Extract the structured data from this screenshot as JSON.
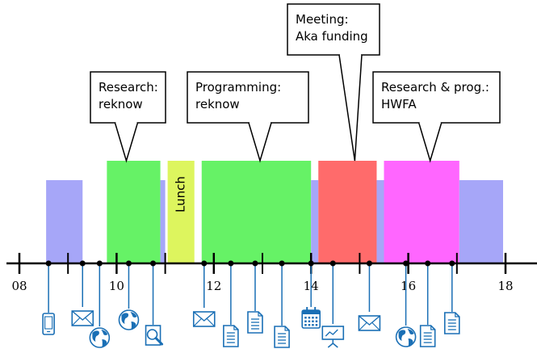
{
  "timeline": {
    "hour_min": 8,
    "hour_max": 18,
    "tick_labels": [
      "08",
      "10",
      "12",
      "14",
      "16",
      "18"
    ]
  },
  "blocks": [
    {
      "kind": "background",
      "color": "#a6a6f8",
      "start": 8.55,
      "end": 9.3,
      "height": "low"
    },
    {
      "kind": "task",
      "color": "#66f266",
      "start": 9.8,
      "end": 10.9,
      "height": "high"
    },
    {
      "kind": "background",
      "color": "#a6a6f8",
      "start": 10.9,
      "end": 11.0,
      "height": "low"
    },
    {
      "kind": "lunch",
      "color": "#ddf55e",
      "start": 11.05,
      "end": 11.6,
      "height": "high",
      "label": "Lunch"
    },
    {
      "kind": "task",
      "color": "#66f266",
      "start": 11.75,
      "end": 14.0,
      "height": "high"
    },
    {
      "kind": "background",
      "color": "#a6a6f8",
      "start": 14.0,
      "end": 14.15,
      "height": "low"
    },
    {
      "kind": "task",
      "color": "#ff6b6b",
      "start": 14.15,
      "end": 15.35,
      "height": "high"
    },
    {
      "kind": "background",
      "color": "#a6a6f8",
      "start": 15.35,
      "end": 15.5,
      "height": "low"
    },
    {
      "kind": "task",
      "color": "#ff66ff",
      "start": 15.5,
      "end": 17.05,
      "height": "high"
    },
    {
      "kind": "background",
      "color": "#a6a6f8",
      "start": 17.05,
      "end": 17.95,
      "height": "low"
    }
  ],
  "callouts": [
    {
      "lines": [
        "Research:",
        "reknow"
      ],
      "pointer_hour": 10.2
    },
    {
      "lines": [
        "Programming:",
        "reknow"
      ],
      "pointer_hour": 12.95
    },
    {
      "lines": [
        "Meeting:",
        "Aka funding"
      ],
      "pointer_hour": 14.9
    },
    {
      "lines": [
        "Research & prog.:",
        "HWFA"
      ],
      "pointer_hour": 16.45
    }
  ],
  "events": [
    {
      "icon": "phone-icon",
      "hour": 8.6
    },
    {
      "icon": "mail-icon",
      "hour": 9.3
    },
    {
      "icon": "globe-icon",
      "hour": 9.65
    },
    {
      "icon": "globe-icon",
      "hour": 10.25
    },
    {
      "icon": "search-doc-icon",
      "hour": 10.75
    },
    {
      "icon": "mail-icon",
      "hour": 11.8
    },
    {
      "icon": "document-icon",
      "hour": 12.35
    },
    {
      "icon": "document-icon",
      "hour": 12.85
    },
    {
      "icon": "document-icon",
      "hour": 13.4
    },
    {
      "icon": "calendar-icon",
      "hour": 14.0
    },
    {
      "icon": "presentation-icon",
      "hour": 14.45
    },
    {
      "icon": "mail-icon",
      "hour": 15.2
    },
    {
      "icon": "globe-icon",
      "hour": 15.95
    },
    {
      "icon": "document-icon",
      "hour": 16.4
    },
    {
      "icon": "document-icon",
      "hour": 16.9
    }
  ],
  "colors": {
    "axis": "#000000",
    "event_dot": "#000000",
    "event_line": "#1a6fb5",
    "icon_stroke": "#1a6fb5"
  }
}
